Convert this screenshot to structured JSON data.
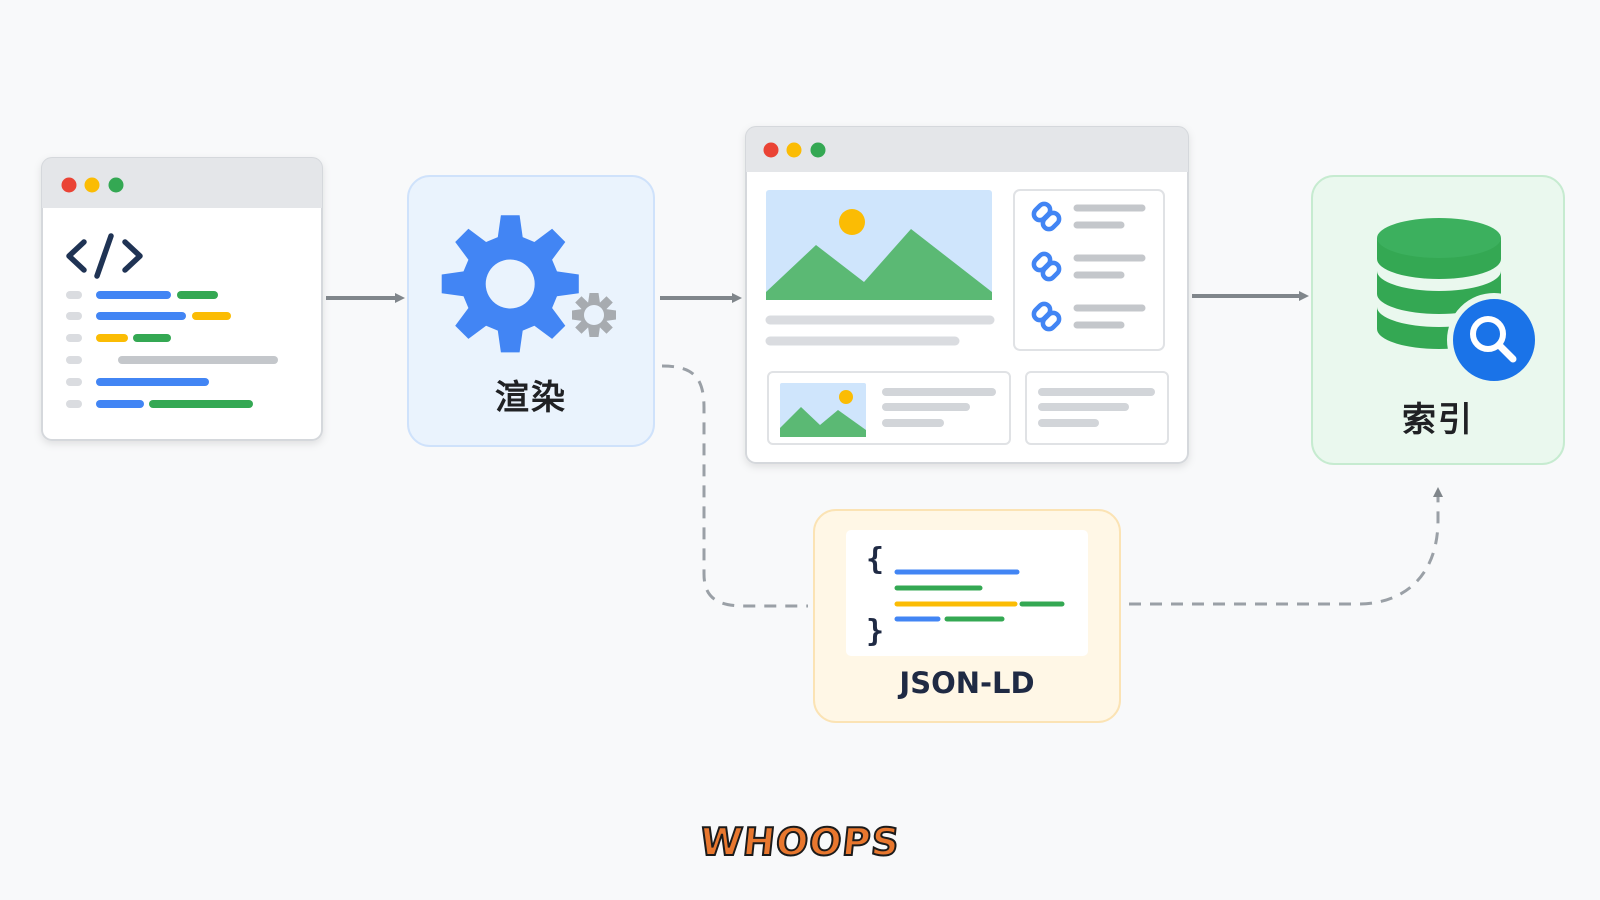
{
  "diagram": {
    "nodes": {
      "source_code": {
        "icon": "code-brackets-icon"
      },
      "render": {
        "label": "渲染",
        "icon": "gear-icon",
        "secondary_icon": "small-gear-icon"
      },
      "rendered_page": {
        "icons": [
          "landscape-image-icon",
          "link-icon",
          "link-icon",
          "link-icon",
          "thumbnail-image-icon"
        ]
      },
      "structured_data": {
        "label": "JSON-LD",
        "icon": "json-braces-icon"
      },
      "index": {
        "label": "索引",
        "icon": "database-icon",
        "secondary_icon": "search-icon"
      }
    },
    "edges": [
      {
        "from": "source_code",
        "to": "render",
        "style": "solid"
      },
      {
        "from": "render",
        "to": "rendered_page",
        "style": "solid"
      },
      {
        "from": "rendered_page",
        "to": "index",
        "style": "solid"
      },
      {
        "from": "render",
        "to": "structured_data",
        "style": "dashed"
      },
      {
        "from": "structured_data",
        "to": "index",
        "style": "dashed"
      }
    ]
  },
  "watermark": {
    "text": "WHOOPS"
  },
  "colors": {
    "blue": "#4285f4",
    "green": "#34a853",
    "yellow": "#fbbc04",
    "red": "#ea4335",
    "gray": "#9aa0a6",
    "render_bg": "#eaf3fd",
    "render_border": "#cfe2fb",
    "index_bg": "#eaf8ee",
    "index_border": "#c6ebd0",
    "json_bg": "#fff7e6",
    "json_border": "#fbe3b4"
  }
}
